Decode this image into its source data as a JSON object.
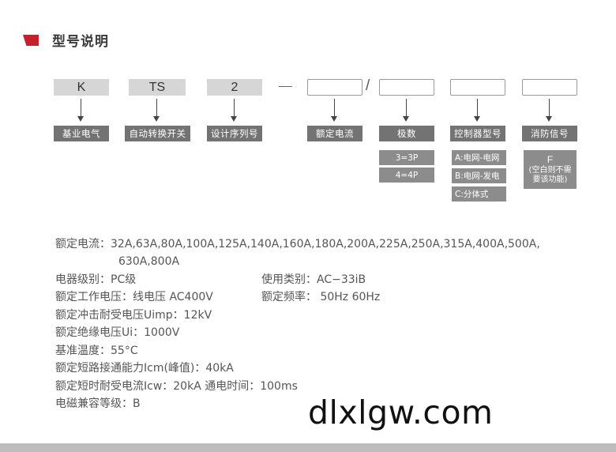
{
  "title": "型号说明",
  "colors": {
    "accent": "#c8202b",
    "code_box": "#d6d6d6",
    "label_box": "#737373",
    "option_box": "#8c8c8c"
  },
  "codes": {
    "c1": "K",
    "c2": "TS",
    "c3": "2"
  },
  "slash": "/",
  "labels": {
    "l1": "基业电气",
    "l2": "自动转换开关",
    "l3": "设计序列号",
    "l4": "额定电流",
    "l5": "极数",
    "l6": "控制器型号",
    "l7": "消防信号"
  },
  "poles": [
    "3=3P",
    "4=4P"
  ],
  "controller": [
    "A:电网-电网",
    "B:电网-发电",
    "C:分体式"
  ],
  "fire": {
    "code": "F",
    "note_line1": "(空白则不需",
    "note_line2": "要该功能)"
  },
  "specs": {
    "current_line1": "额定电流：32A,63A,80A,100A,125A,140A,160A,180A,200A,225A,250A,315A,400A,500A,",
    "current_line2": "630A,800A",
    "level": "电器级别：PC级",
    "category": "使用类别：AC−33iB",
    "voltage": "额定工作电压：线电压  AC400V",
    "frequency": "额定频率： 50Hz  60Hz",
    "impulse": "额定冲击耐受电压Uimp：12kV",
    "insulation": "额定绝缘电压Ui：1000V",
    "temperature": "基准温度：55°C",
    "short_making": "额定短路接通能力Icm(峰值)：40kA",
    "short_withstand": "额定短时耐受电流Icw：20kA  通电时间：100ms",
    "emc": "电磁兼容等级：B"
  },
  "watermark": "dlxlgw.com"
}
